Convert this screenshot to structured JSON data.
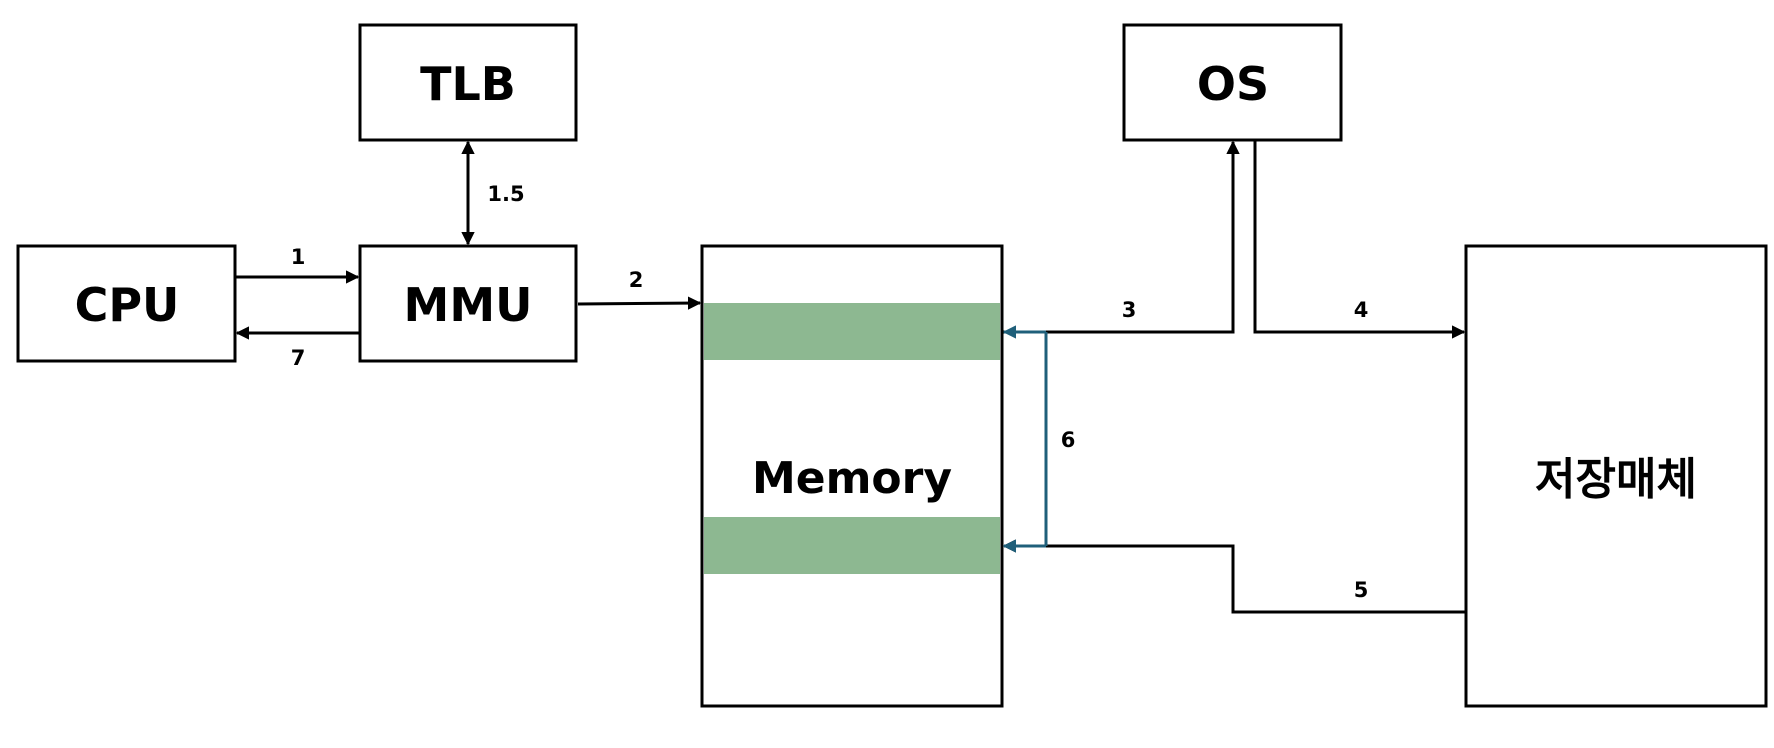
{
  "nodes": {
    "tlb": "TLB",
    "os": "OS",
    "cpu": "CPU",
    "mmu": "MMU",
    "memory": "Memory",
    "storage": "저장매체"
  },
  "edges": {
    "cpu_to_mmu": "1",
    "mmu_tlb": "1.5",
    "mmu_to_memory": "2",
    "memory_to_os": "3",
    "os_to_storage": "4",
    "storage_to_memory": "5",
    "memory_internal": "6",
    "mmu_to_cpu": "7"
  },
  "colors": {
    "page_band": "#8db891",
    "edge_6": "#1f5f7a",
    "outline": "#000000"
  }
}
